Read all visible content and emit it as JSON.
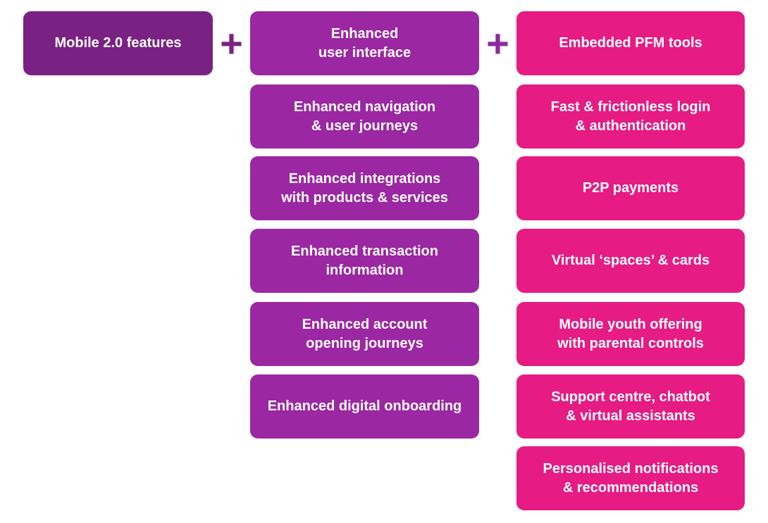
{
  "diagram": {
    "title": "Mobile 2.0 features diagram",
    "colors": {
      "background": "#ffffff",
      "dark_purple": "#7a2283",
      "purple": "#9b27a2",
      "pink": "#e61b83",
      "plus_1": "#7a2283",
      "plus_2": "#8f2aa0",
      "text": "#ffffff"
    },
    "left_column": {
      "boxes": [
        {
          "label": "Mobile 2.0 features"
        }
      ]
    },
    "plus_signs": [
      {
        "symbol": "+"
      },
      {
        "symbol": "+"
      }
    ],
    "middle_column": {
      "boxes": [
        {
          "label": "Enhanced\nuser interface"
        },
        {
          "label": "Enhanced navigation\n& user journeys"
        },
        {
          "label": "Enhanced integrations\nwith products & services"
        },
        {
          "label": "Enhanced transaction\ninformation"
        },
        {
          "label": "Enhanced account\nopening journeys"
        },
        {
          "label": "Enhanced digital onboarding"
        }
      ]
    },
    "right_column": {
      "boxes": [
        {
          "label": "Embedded PFM tools"
        },
        {
          "label": "Fast & frictionless login\n& authentication"
        },
        {
          "label": "P2P payments"
        },
        {
          "label": "Virtual ‘spaces’ & cards"
        },
        {
          "label": "Mobile youth offering\nwith parental controls"
        },
        {
          "label": "Support centre, chatbot\n& virtual assistants"
        },
        {
          "label": "Personalised notifications\n& recommendations"
        }
      ]
    }
  }
}
